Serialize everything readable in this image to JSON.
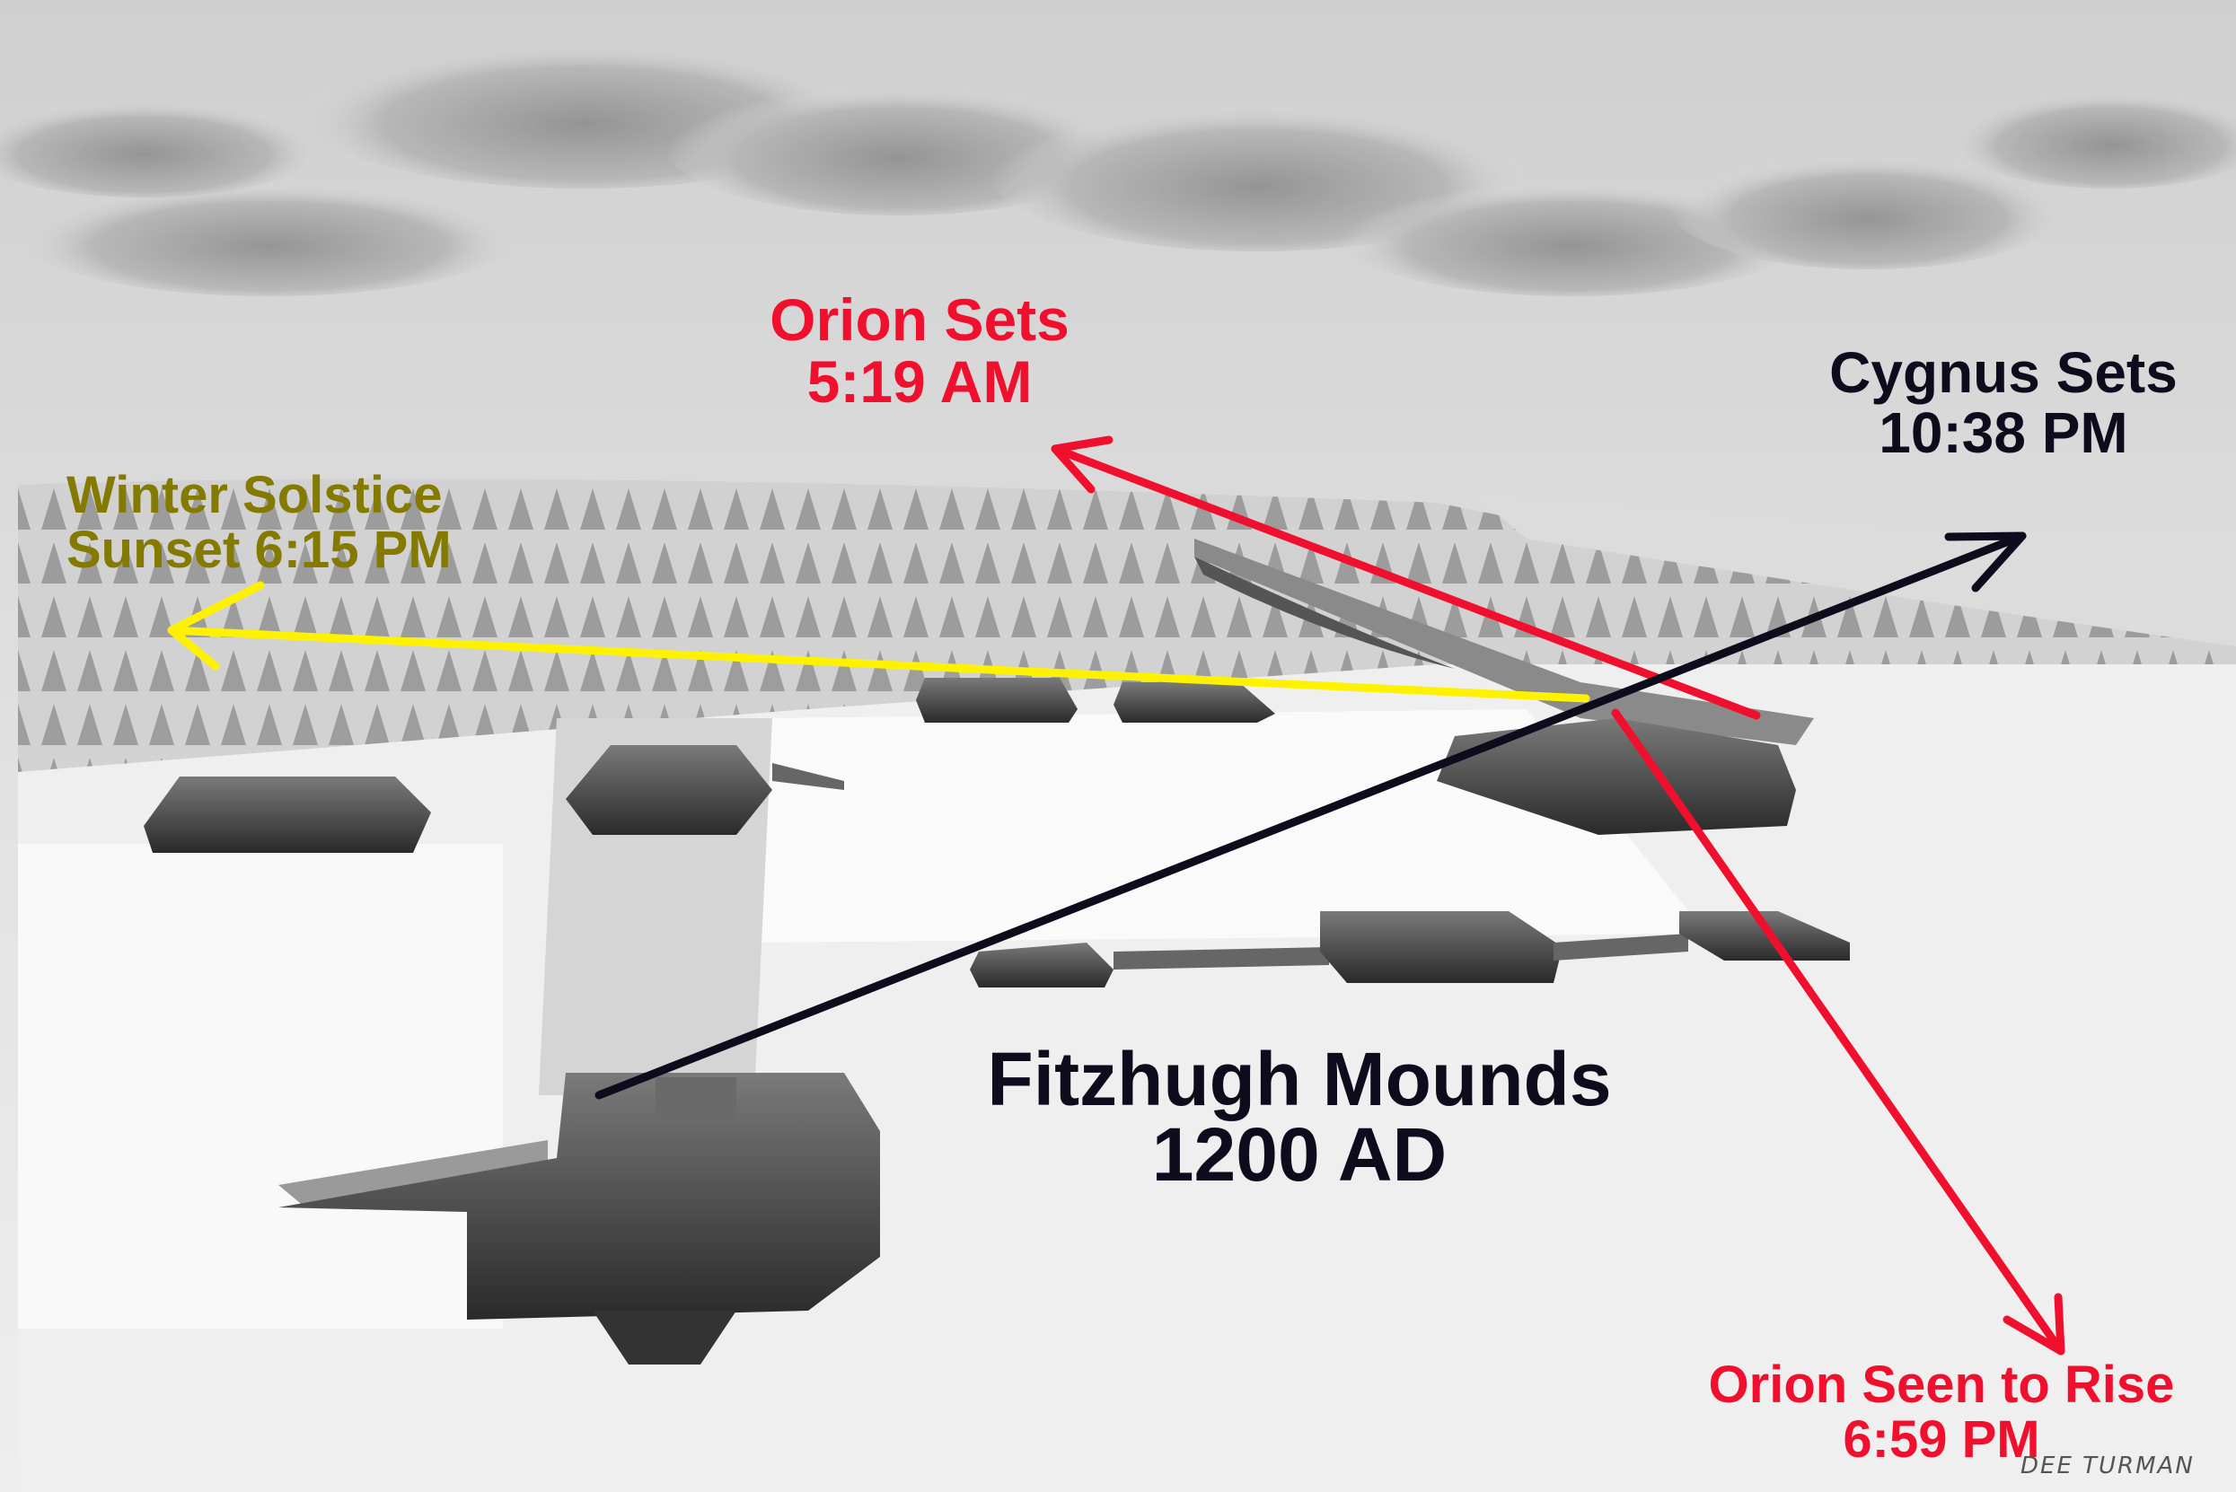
{
  "annotations": {
    "orion_sets": {
      "line1": "Orion Sets",
      "line2": "5:19 AM",
      "color": "#f0102e"
    },
    "cygnus_sets": {
      "line1": "Cygnus Sets",
      "line2": "10:38 PM",
      "color": "#0c0c1c"
    },
    "winter_solstice": {
      "line1": "Winter Solstice",
      "line2": "Sunset 6:15 PM",
      "color": "#857a00"
    },
    "orion_rise": {
      "line1": "Orion Seen to Rise",
      "line2": "6:59 PM",
      "color": "#f0102e"
    },
    "arrow_colors": {
      "solstice": "#fff200",
      "orion": "#f0102e",
      "cygnus": "#0c0c1c"
    }
  },
  "title": {
    "line1": "Fitzhugh Mounds",
    "line2": "1200 AD"
  },
  "signature": "DEE TURMAN"
}
